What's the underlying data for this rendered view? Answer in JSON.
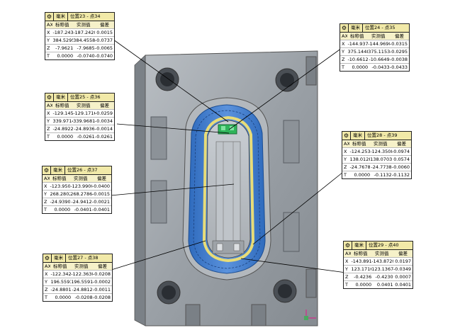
{
  "callouts": [
    {
      "unit": "毫米",
      "position": "位置23 - 点34",
      "head": {
        "ax": "AX",
        "nominal": "标称值",
        "measured": "实测值",
        "deviation": "偏差"
      },
      "rows": [
        {
          "axis": "X",
          "nominal": "-187.2434",
          "measured": "-187.2420",
          "deviation": "0.0015"
        },
        {
          "axis": "Y",
          "nominal": "384.5295",
          "measured": "384.4558",
          "deviation": "-0.0737"
        },
        {
          "axis": "Z",
          "nominal": "-7.9621",
          "measured": "-7.9685",
          "deviation": "-0.0065"
        },
        {
          "axis": "T",
          "nominal": "0.0000",
          "measured": "-0.0740",
          "deviation": "-0.0740"
        }
      ]
    },
    {
      "unit": "毫米",
      "position": "位置24 - 点35",
      "head": {
        "ax": "AX",
        "nominal": "标称值",
        "measured": "实测值",
        "deviation": "偏差"
      },
      "rows": [
        {
          "axis": "X",
          "nominal": "-144.9375",
          "measured": "-144.9690",
          "deviation": "-0.0315"
        },
        {
          "axis": "Y",
          "nominal": "375.1448",
          "measured": "375.1153",
          "deviation": "-0.0295"
        },
        {
          "axis": "Z",
          "nominal": "-10.6612",
          "measured": "-10.6649",
          "deviation": "-0.0038"
        },
        {
          "axis": "T",
          "nominal": "0.0000",
          "measured": "-0.0433",
          "deviation": "-0.0433"
        }
      ]
    },
    {
      "unit": "毫米",
      "position": "位置25 - 点36",
      "head": {
        "ax": "AX",
        "nominal": "标称值",
        "measured": "实测值",
        "deviation": "偏差"
      },
      "rows": [
        {
          "axis": "X",
          "nominal": "-129.1458",
          "measured": "-129.1716",
          "deviation": "-0.0259"
        },
        {
          "axis": "Y",
          "nominal": "339.9714",
          "measured": "339.9681",
          "deviation": "-0.0034"
        },
        {
          "axis": "Z",
          "nominal": "-24.8922",
          "measured": "-24.8936",
          "deviation": "-0.0014"
        },
        {
          "axis": "T",
          "nominal": "0.0000",
          "measured": "-0.0261",
          "deviation": "-0.0261"
        }
      ]
    },
    {
      "unit": "毫米",
      "position": "位置28 - 点39",
      "head": {
        "ax": "AX",
        "nominal": "标称值",
        "measured": "实测值",
        "deviation": "偏差"
      },
      "rows": [
        {
          "axis": "X",
          "nominal": "-124.2534",
          "measured": "-124.3508",
          "deviation": "-0.0974"
        },
        {
          "axis": "Y",
          "nominal": "138.0128",
          "measured": "138.0703",
          "deviation": "0.0574"
        },
        {
          "axis": "Z",
          "nominal": "-24.7678",
          "measured": "-24.7738",
          "deviation": "-0.0060"
        },
        {
          "axis": "T",
          "nominal": "0.0000",
          "measured": "-0.1132",
          "deviation": "-0.1132"
        }
      ]
    },
    {
      "unit": "毫米",
      "position": "位置26 - 点37",
      "head": {
        "ax": "AX",
        "nominal": "标称值",
        "measured": "实测值",
        "deviation": "偏差"
      },
      "rows": [
        {
          "axis": "X",
          "nominal": "-123.9500",
          "measured": "-123.9900",
          "deviation": "-0.0400"
        },
        {
          "axis": "Y",
          "nominal": "268.2802",
          "measured": "268.2786",
          "deviation": "-0.0015"
        },
        {
          "axis": "Z",
          "nominal": "-24.9390",
          "measured": "-24.9412",
          "deviation": "-0.0021"
        },
        {
          "axis": "T",
          "nominal": "0.0000",
          "measured": "-0.0401",
          "deviation": "-0.0401"
        }
      ]
    },
    {
      "unit": "毫米",
      "position": "位置27 - 点38",
      "head": {
        "ax": "AX",
        "nominal": "标称值",
        "measured": "实测值",
        "deviation": "偏差"
      },
      "rows": [
        {
          "axis": "X",
          "nominal": "-122.3422",
          "measured": "-122.3630",
          "deviation": "-0.0208"
        },
        {
          "axis": "Y",
          "nominal": "196.5593",
          "measured": "196.5591",
          "deviation": "-0.0002"
        },
        {
          "axis": "Z",
          "nominal": "-24.8801",
          "measured": "-24.8812",
          "deviation": "-0.0011"
        },
        {
          "axis": "T",
          "nominal": "0.0000",
          "measured": "-0.0208",
          "deviation": "-0.0208"
        }
      ]
    },
    {
      "unit": "毫米",
      "position": "位置29 - 点40",
      "head": {
        "ax": "AX",
        "nominal": "标称值",
        "measured": "实测值",
        "deviation": "偏差"
      },
      "rows": [
        {
          "axis": "X",
          "nominal": "-143.8917",
          "measured": "-143.8720",
          "deviation": "0.0197"
        },
        {
          "axis": "Y",
          "nominal": "123.1716",
          "measured": "123.1367",
          "deviation": "-0.0349"
        },
        {
          "axis": "Z",
          "nominal": "-0.4236",
          "measured": "-0.4230",
          "deviation": "0.0007"
        },
        {
          "axis": "T",
          "nominal": "0.0000",
          "measured": "0.0401",
          "deviation": "0.0401"
        }
      ]
    }
  ],
  "colors": {
    "mold_gray": "#9aa0a6",
    "cavity_blue": "#3b78c8",
    "rim_yellow": "#e8dc78",
    "part_green": "#2fb45a",
    "callout_header": "#f1e9a8"
  },
  "icons": {
    "callout_settings": "gear-icon",
    "axis_triad": "coordinate-axes-icon"
  }
}
